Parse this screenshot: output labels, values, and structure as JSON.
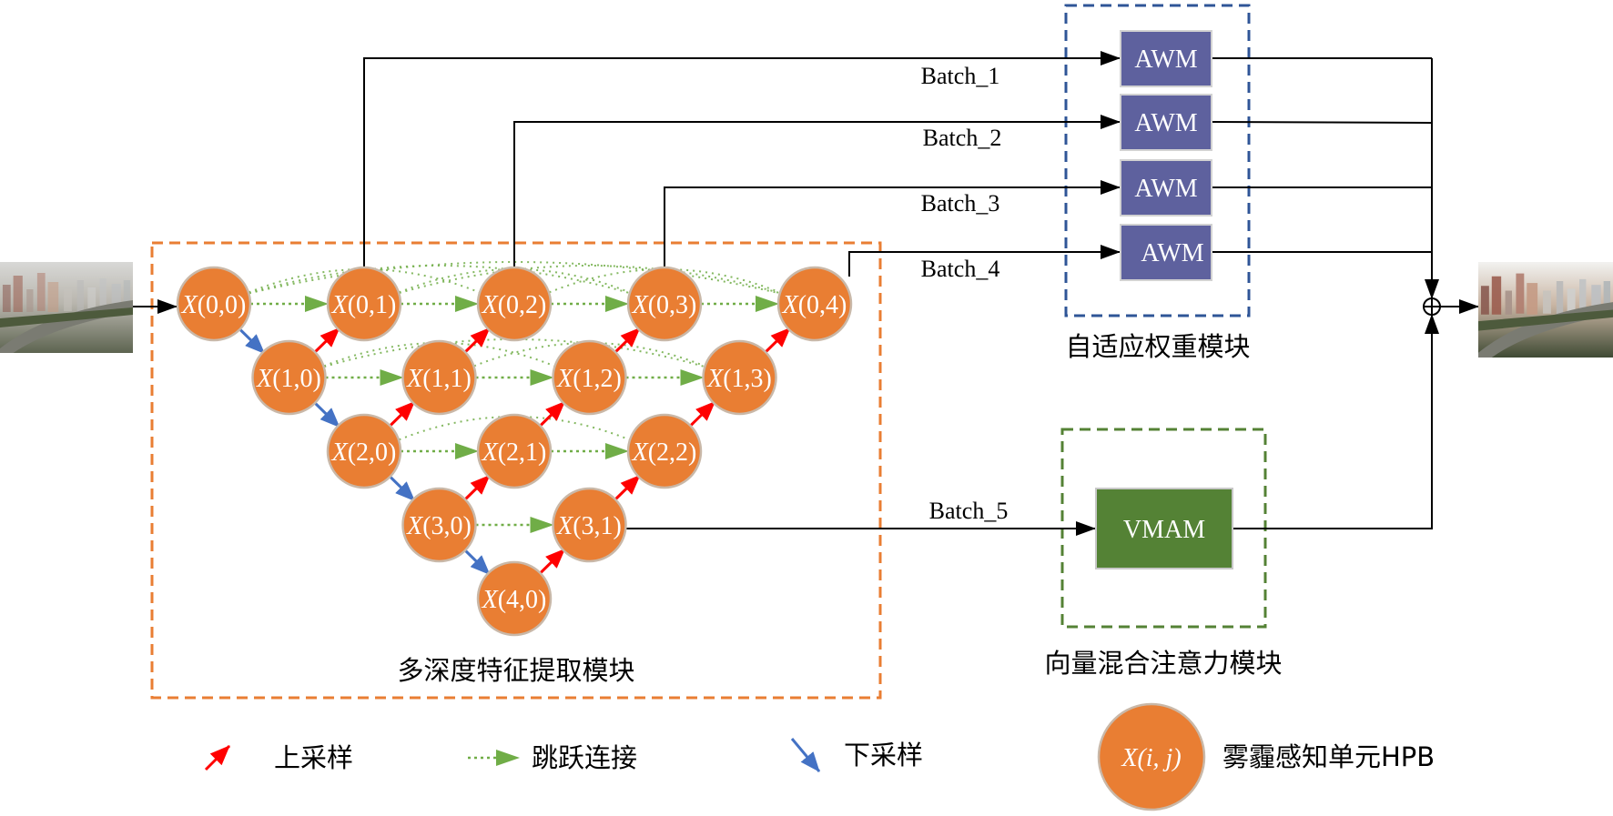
{
  "colors": {
    "node_fill": "#E97E33",
    "node_stroke": "#C9B8A8",
    "node_text": "#FFFFFF",
    "upsample": "#FF0000",
    "downsample": "#4472C4",
    "skip": "#70AD47",
    "awm_fill": "#5E619E",
    "vmam_fill": "#548235",
    "mdfe_border": "#E97E33",
    "awm_border": "#2F5597",
    "vmam_border": "#548235",
    "line": "#000000"
  },
  "input_image": {
    "icon": "hazy-city-photo"
  },
  "output_image": {
    "icon": "dehazed-city-photo"
  },
  "mdfe_module": {
    "title": "多深度特征提取模块",
    "nodes": [
      {
        "id": "X00",
        "label_var": "X",
        "label_idx": "(0,0)",
        "row": 0,
        "col": 0
      },
      {
        "id": "X01",
        "label_var": "X",
        "label_idx": "(0,1)",
        "row": 0,
        "col": 1
      },
      {
        "id": "X02",
        "label_var": "X",
        "label_idx": "(0,2)",
        "row": 0,
        "col": 2
      },
      {
        "id": "X03",
        "label_var": "X",
        "label_idx": "(0,3)",
        "row": 0,
        "col": 3
      },
      {
        "id": "X04",
        "label_var": "X",
        "label_idx": "(0,4)",
        "row": 0,
        "col": 4
      },
      {
        "id": "X10",
        "label_var": "X",
        "label_idx": "(1,0)",
        "row": 1,
        "col": 0
      },
      {
        "id": "X11",
        "label_var": "X",
        "label_idx": "(1,1)",
        "row": 1,
        "col": 1
      },
      {
        "id": "X12",
        "label_var": "X",
        "label_idx": "(1,2)",
        "row": 1,
        "col": 2
      },
      {
        "id": "X13",
        "label_var": "X",
        "label_idx": "(1,3)",
        "row": 1,
        "col": 3
      },
      {
        "id": "X20",
        "label_var": "X",
        "label_idx": "(2,0)",
        "row": 2,
        "col": 0
      },
      {
        "id": "X21",
        "label_var": "X",
        "label_idx": "(2,1)",
        "row": 2,
        "col": 1
      },
      {
        "id": "X22",
        "label_var": "X",
        "label_idx": "(2,2)",
        "row": 2,
        "col": 2
      },
      {
        "id": "X30",
        "label_var": "X",
        "label_idx": "(3,0)",
        "row": 3,
        "col": 0
      },
      {
        "id": "X31",
        "label_var": "X",
        "label_idx": "(3,1)",
        "row": 3,
        "col": 1
      },
      {
        "id": "X40",
        "label_var": "X",
        "label_idx": "(4,0)",
        "row": 4,
        "col": 0
      }
    ]
  },
  "awm_module": {
    "title": "自适应权重模块",
    "blocks": [
      {
        "label": "AWM",
        "batch": "Batch_1",
        "source": "X01"
      },
      {
        "label": "AWM",
        "batch": "Batch_2",
        "source": "X02"
      },
      {
        "label": "AWM",
        "batch": "Batch_3",
        "source": "X03"
      },
      {
        "label": "AWM",
        "batch": "Batch_4",
        "source": "X04"
      }
    ]
  },
  "vmam_module": {
    "title": "向量混合注意力模块",
    "block": {
      "label": "VMAM",
      "batch": "Batch_5",
      "source": "X31"
    }
  },
  "sum_node": {
    "symbol": "⊕"
  },
  "legend": {
    "upsample": "上采样",
    "skip": "跳跃连接",
    "downsample": "下采样",
    "unit_var": "X",
    "unit_idx": "(i, j)",
    "unit_label": "雾霾感知单元HPB"
  }
}
